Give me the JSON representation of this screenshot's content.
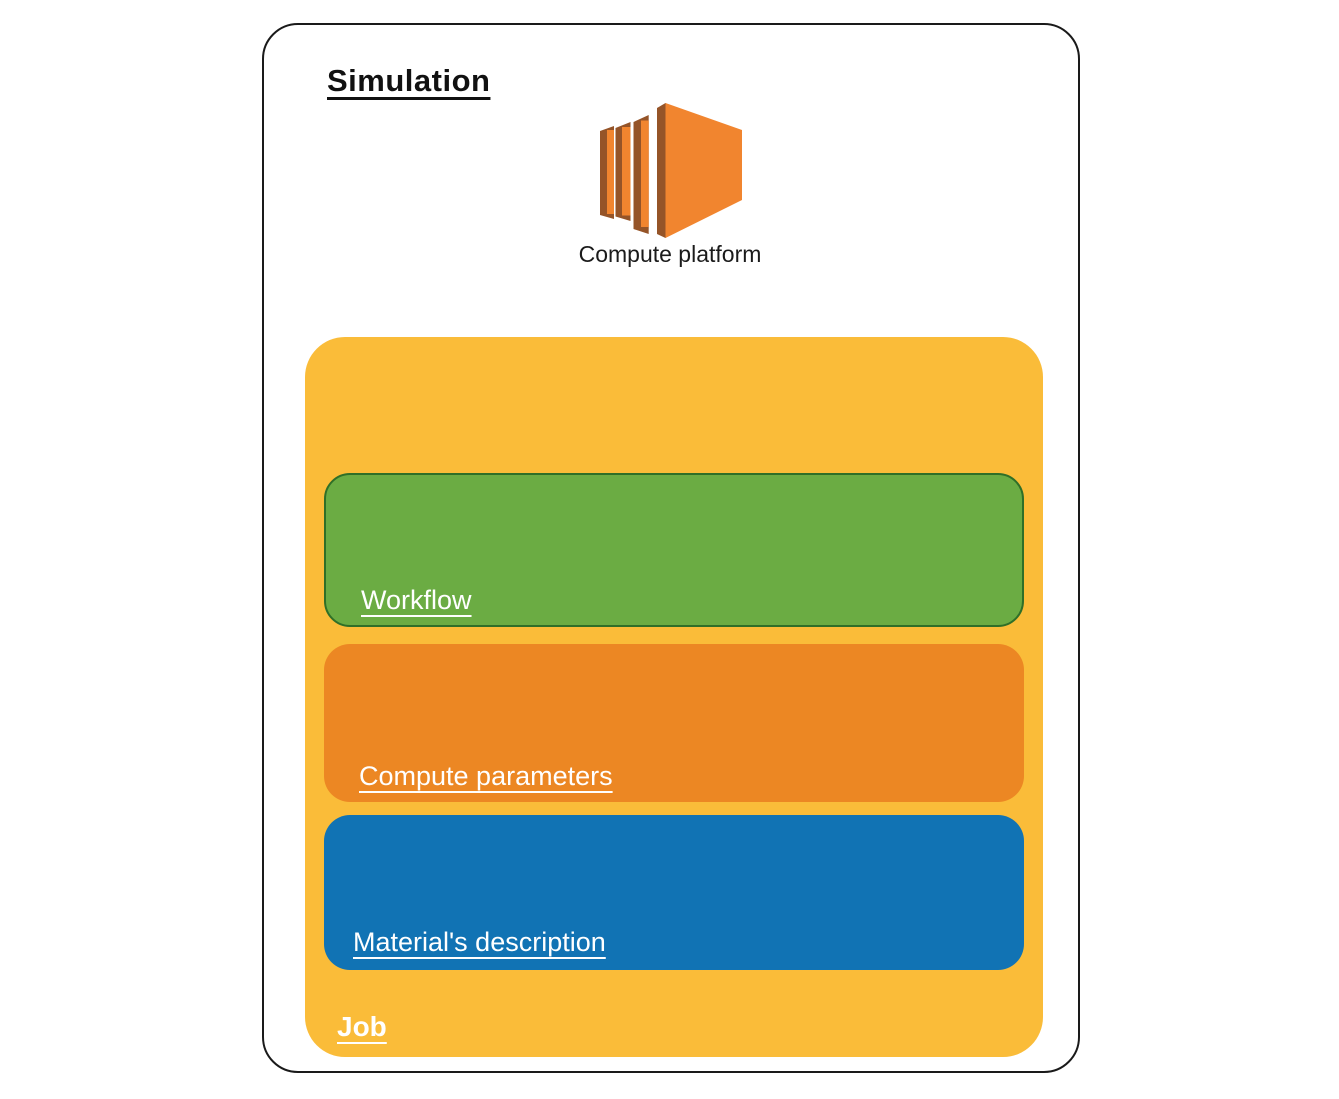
{
  "title": "Simulation",
  "compute_platform": {
    "label": "Compute platform",
    "icon": "ec2-compute-icon",
    "icon_front_color": "#F1852F",
    "icon_side_color": "#955428"
  },
  "job": {
    "label": "Job",
    "color": "#FABC39",
    "children": [
      {
        "label": "Workflow",
        "color": "#6BAC43",
        "border_color": "#2F6F28"
      },
      {
        "label": "Compute parameters",
        "color": "#EC8723"
      },
      {
        "label": "Material's description",
        "color": "#1173B4"
      }
    ]
  },
  "colors": {
    "outer_border": "#1a1a1a",
    "background": "#ffffff",
    "label_text": "#ffffff",
    "title_text": "#111111"
  }
}
